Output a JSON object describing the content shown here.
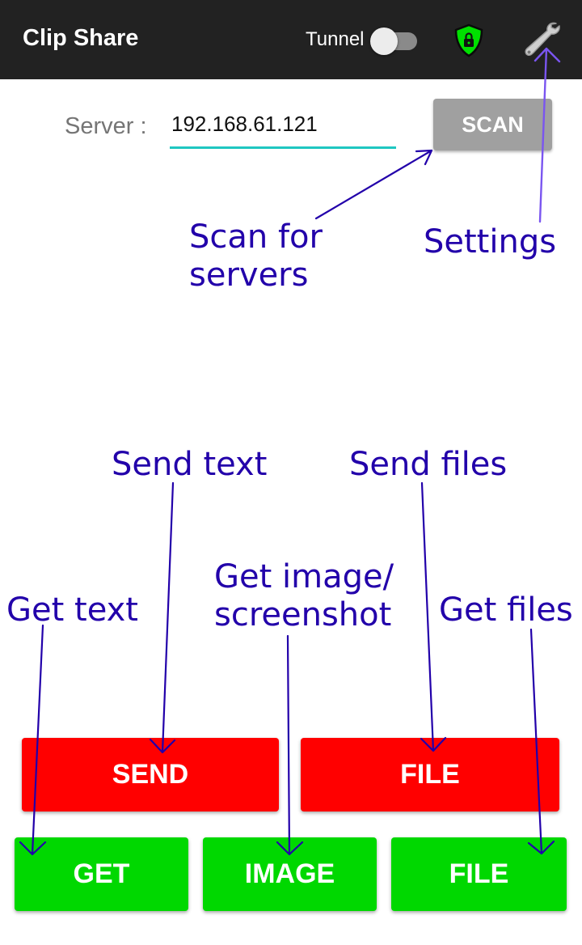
{
  "app": {
    "title": "Clip Share",
    "tunnel_label": "Tunnel",
    "tunnel_on": false
  },
  "icons": {
    "shield": "shield-lock-icon",
    "settings": "wrench-icon"
  },
  "colors": {
    "appbar": "#222222",
    "accent": "#1fc7c1",
    "red": "#ff0000",
    "green": "#00d800",
    "annotation": "#2200aa",
    "shield": "#00e000"
  },
  "server": {
    "label": "Server :",
    "value": "192.168.61.121",
    "scan_label": "SCAN"
  },
  "buttons": {
    "send": "SEND",
    "file_send": "FILE",
    "get": "GET",
    "image": "IMAGE",
    "file_get": "FILE"
  },
  "annotations": {
    "scan": "Scan for\nservers",
    "settings": "Settings",
    "send_text": "Send text",
    "send_files": "Send files",
    "get_image": "Get image/\nscreenshot",
    "get_text": "Get text",
    "get_files": "Get files"
  }
}
